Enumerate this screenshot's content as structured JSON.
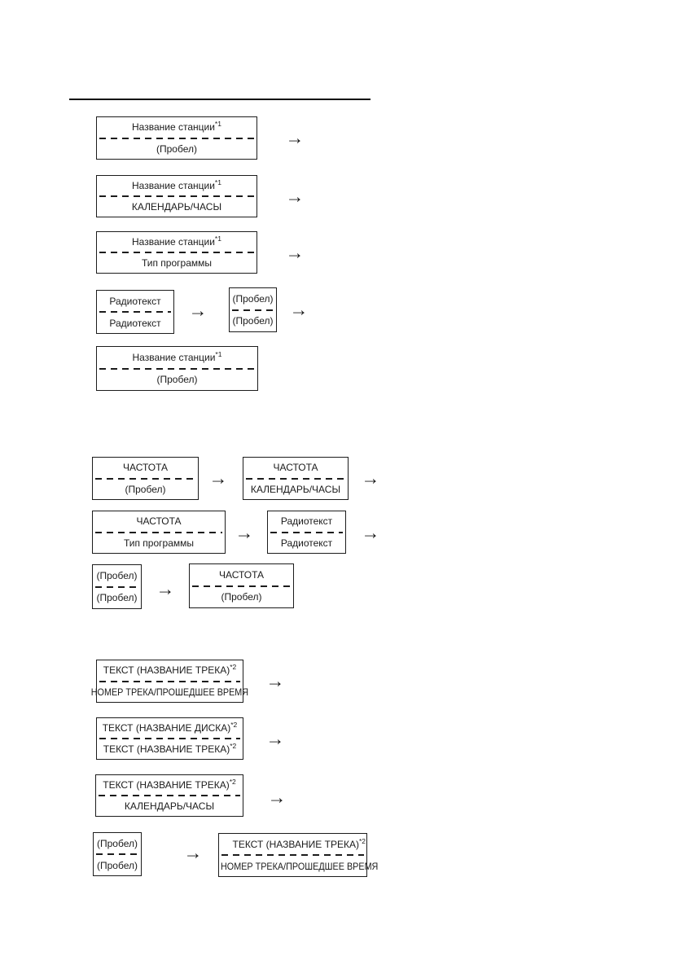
{
  "page": {
    "arrow_glyph": "→"
  },
  "group_station": {
    "box1": {
      "line1": "Название станции",
      "line1_sup": "*1",
      "line2": "(Пробел)"
    },
    "box2": {
      "line1": "Название станции",
      "line1_sup": "*1",
      "line2": "КАЛЕНДАРЬ/ЧАСЫ"
    },
    "box3": {
      "line1": "Название станции",
      "line1_sup": "*1",
      "line2": "Тип программы"
    },
    "box4a": {
      "line1": "Радиотекст",
      "line2": "Радиотекст"
    },
    "box4b": {
      "line1": "(Пробел)",
      "line2": "(Пробел)"
    },
    "box5": {
      "line1": "Название станции",
      "line1_sup": "*1",
      "line2": "(Пробел)"
    }
  },
  "group_frequency": {
    "box1a": {
      "line1": "ЧАСТОТА",
      "line2": "(Пробел)"
    },
    "box1b": {
      "line1": "ЧАСТОТА",
      "line2": "КАЛЕНДАРЬ/ЧАСЫ"
    },
    "box2a": {
      "line1": "ЧАСТОТА",
      "line2": "Тип программы"
    },
    "box2b": {
      "line1": "Радиотекст",
      "line2": "Радиотекст"
    },
    "box3a": {
      "line1": "(Пробел)",
      "line2": "(Пробел)"
    },
    "box3b": {
      "line1": "ЧАСТОТА",
      "line2": "(Пробел)"
    }
  },
  "group_text": {
    "box1": {
      "line1": "ТЕКСТ (НАЗВАНИЕ ТРЕКА)",
      "line1_sup": "*2",
      "line2": "НОМЕР ТРЕКА/ПРОШЕДШЕЕ ВРЕМЯ"
    },
    "box2": {
      "line1": "ТЕКСТ (НАЗВАНИЕ ДИСКА)",
      "line1_sup": "*2",
      "line2": "ТЕКСТ (НАЗВАНИЕ ТРЕКА)",
      "line2_sup": "*2"
    },
    "box3": {
      "line1": "ТЕКСТ (НАЗВАНИЕ ТРЕКА)",
      "line1_sup": "*2",
      "line2": "КАЛЕНДАРЬ/ЧАСЫ"
    },
    "box4a": {
      "line1": "(Пробел)",
      "line2": "(Пробел)"
    },
    "box4b": {
      "line1": "ТЕКСТ (НАЗВАНИЕ ТРЕКА)",
      "line1_sup": "*2",
      "line2": "НОМЕР ТРЕКА/ПРОШЕДШЕЕ ВРЕМЯ"
    }
  }
}
